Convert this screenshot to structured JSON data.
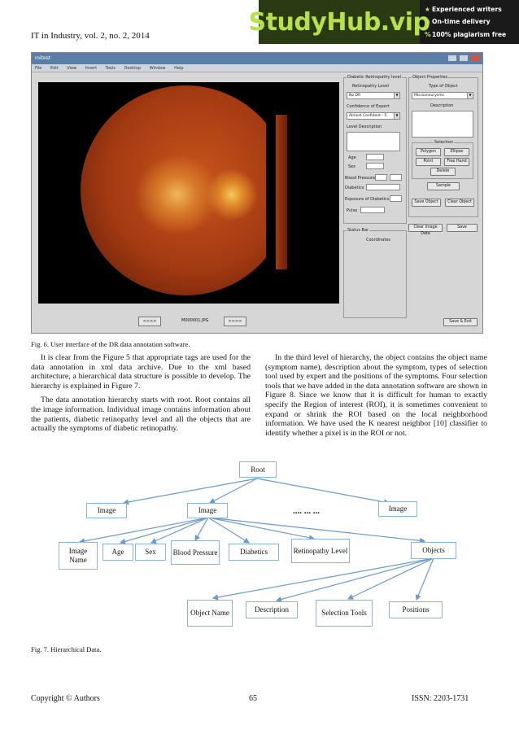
{
  "header": {
    "journal": "IT in Industry, vol. 2, no. 2, 2014"
  },
  "banner": {
    "logo": "StudyHub.vip",
    "features": [
      "Experienced writers",
      "On-time delivery",
      "100% plagiarism free"
    ]
  },
  "app": {
    "title": "roitest",
    "menu": [
      "File",
      "Edit",
      "View",
      "Insert",
      "Tools",
      "Desktop",
      "Window",
      "Help"
    ],
    "filename": "M000001.JPG",
    "prev": "<<<<",
    "next": ">>>>",
    "dr_panel": {
      "title": "Diabetic Retinopathy level",
      "retinopathy_level_label": "Retinopathy Level",
      "retinopathy_level_value": "No DR",
      "confidence_label": "Confidence of Expert",
      "confidence_value": "Almost Confident - 5",
      "level_desc_label": "Level Description",
      "age": "Age",
      "sex": "Sex",
      "blood_pressure": "Blood Pressure",
      "diabetes": "Diabetics",
      "exposure": "Exposure of Diabetics",
      "pulse": "Pulse"
    },
    "obj_panel": {
      "title": "Object Properties",
      "type_label": "Type of Object",
      "type_value": "Microaneurysms",
      "desc_label": "Description",
      "selection_title": "Selection",
      "polygon": "Polygon",
      "ellipse": "Ellipse",
      "point": "Point",
      "free_hand": "Free Hand",
      "delete": "Delete",
      "sample": "Sample",
      "save_object": "Save Object",
      "clear_object": "Clear Object",
      "clear_image_data": "Clear Image Data",
      "save": "Save",
      "save_exit": "Save & Exit"
    },
    "status": {
      "title": "Status Bar",
      "coordinates": "Coordinates"
    }
  },
  "fig6_caption": "Fig. 6.  User interface of the DR data annotation software.",
  "left_col": [
    "It is clear from the Figure 5 that appropriate tags are used for the data annotation in xml data archive. Due to the xml based architecture, a hierarchical data structure is possible to develop. The hierarchy is explained in Figure 7.",
    "The data annotation hierarchy starts with root. Root contains all the image information. Individual image contains information about the patients, diabetic retinopathy level and all the objects that are actually the symptoms of diabetic retinopathy."
  ],
  "right_col": [
    "In the third level of hierarchy, the object contains the object name (symptom name), description about the symptom, types of selection tool used by expert and the positions of the symptoms. Four selection tools that we have added in the data annotation software are shown in Figure 8. Since we know that it is difficult for human to exactly specify the Region of interest (ROI), it is sometimes convenient to expand or shrink the ROI based on the local neighborhood information.  We have used the K nearest neighbor [10] classifier to identify whether a pixel is in the ROI or not."
  ],
  "diagram": {
    "root": "Root",
    "image1": "Image",
    "image2": "Image",
    "ellipsis": ".... ... ...",
    "image3": "Image",
    "image_name": "Image Name",
    "age": "Age",
    "sex": "Sex",
    "blood_pressure": "Blood Pressure",
    "diabetics": "Diabetics",
    "retinopathy_level": "Retinopathy Level",
    "objects": "Objects",
    "object_name": "Object Name",
    "description": "Description",
    "selection_tools": "Selection Tools",
    "positions": "Positions"
  },
  "fig7_caption": "Fig. 7.  Hierarchical Data.",
  "footer": {
    "left": "Copyright © Authors",
    "center": "65",
    "right": "ISSN: 2203-1731"
  }
}
